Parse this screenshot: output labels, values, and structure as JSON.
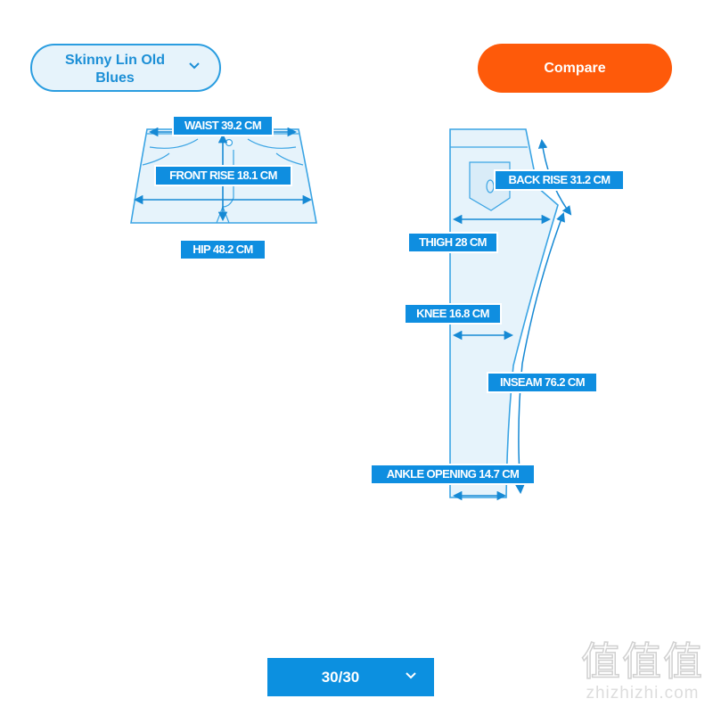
{
  "product_select": {
    "label": "Skinny Lin Old Blues",
    "icon": "chevron-down-icon"
  },
  "compare_button": {
    "label": "Compare"
  },
  "size_select": {
    "label": "30/30",
    "icon": "chevron-down-icon"
  },
  "measurements": {
    "waist": "WAIST 39.2 CM",
    "front_rise": "FRONT RISE 18.1 CM",
    "hip": "HIP 48.2 CM",
    "back_rise": "BACK RISE 31.2 CM",
    "thigh": "THIGH 28 CM",
    "knee": "KNEE 16.8 CM",
    "inseam": "INSEAM 76.2 CM",
    "ankle_opening": "ANKLE OPENING 14.7 CM"
  },
  "watermark": {
    "cn": "值值值",
    "en": "zhizhizhi.com"
  },
  "colors": {
    "accent": "#0f8ee0",
    "compare": "#fe5a0a",
    "garment_fill": "#e6f3fb",
    "garment_stroke": "#3aa4e4"
  }
}
